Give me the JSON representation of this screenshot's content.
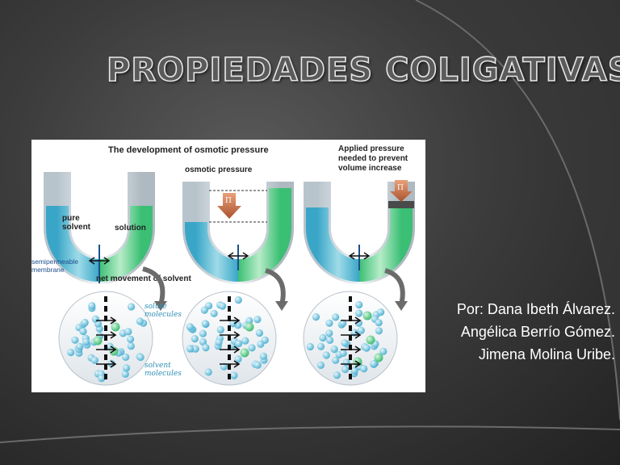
{
  "slide": {
    "title": "PROPIEDADES COLIGATIVAS.",
    "accent_color": "#6f6f6f",
    "text_color": "#ffffff"
  },
  "figure": {
    "caption": "The development of osmotic pressure",
    "labels": {
      "pure_solvent": "pure solvent",
      "solution": "solution",
      "semipermeable_membrane": "semipermeable membrane",
      "net_movement": "net movement of solvent",
      "osmotic_pressure": "osmotic pressure",
      "applied_pressure": "Applied pressure needed to prevent volume increase",
      "pi_symbol": "Π",
      "solute_molecules": "solute molecules",
      "solvent_molecules": "solvent molecules"
    }
  },
  "authors": [
    "Por: Dana Ibeth Álvarez.",
    "Angélica Berrío Gómez.",
    "Jimena Molina Uribe."
  ]
}
